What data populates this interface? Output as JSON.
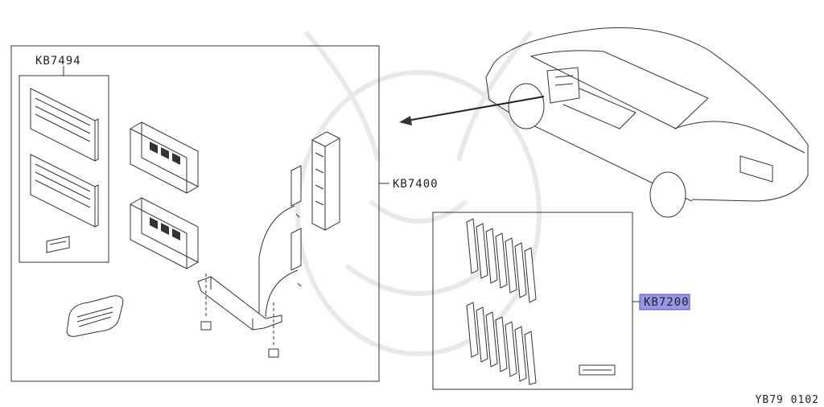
{
  "labels": {
    "kit_kb7494": "KB7494",
    "kit_kb7400": "KB7400",
    "kit_kb7200": "KB7200",
    "figure_code": "YB79 0102"
  },
  "highlight": {
    "part": "KB7200",
    "color": "#8c8ce6"
  }
}
